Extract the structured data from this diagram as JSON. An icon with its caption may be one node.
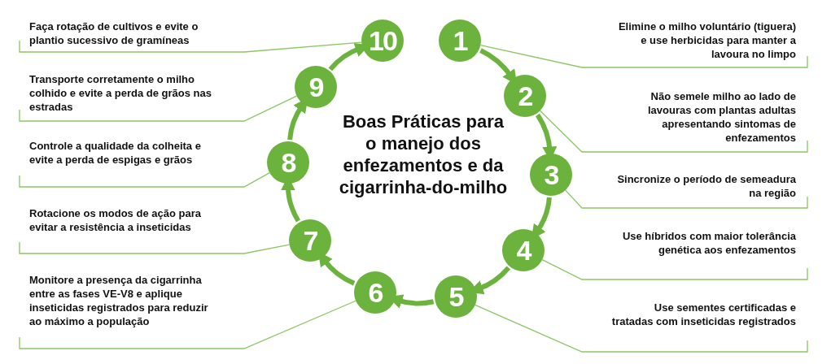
{
  "diagram": {
    "title": "Boas Práticas para o manejo dos enfezamentos e da cigarrinha-do-milho",
    "nodes": [
      {
        "text": [
          "1"
        ]
      },
      {
        "text": [
          "2"
        ]
      },
      {
        "text": [
          "3"
        ]
      },
      {
        "text": [
          "4"
        ]
      },
      {
        "text": [
          "5"
        ]
      },
      {
        "text": [
          "6"
        ]
      },
      {
        "text": [
          "7"
        ]
      },
      {
        "text": [
          "8"
        ]
      },
      {
        "text": [
          "9"
        ]
      },
      {
        "text": [
          "10"
        ]
      },
      {
        "text": [
          "Elimine o milho voluntário (tiguera) e use herbicidas para manter a lavoura no limpo"
        ]
      },
      {
        "text": [
          "Não semele milho ao lado de lavouras com plantas adultas apresentando sintomas de enfezamentos"
        ]
      },
      {
        "text": [
          "Sincronize o período de semeadura na região"
        ]
      },
      {
        "text": [
          "Use híbridos com maior tolerância genética aos enfezamentos"
        ]
      },
      {
        "text": [
          "Use sementes certificadas e tratadas com inseticidas registrados"
        ]
      },
      {
        "text": [
          "Monitore a presença da cigarrinha entre as fases VE-V8 e aplique inseticidas registrados para reduzir ao máximo a população"
        ]
      },
      {
        "text": [
          "Rotacione os modos de ação para evitar a resistência a inseticidas"
        ]
      },
      {
        "text": [
          "Controle a qualidade da colheita e evite a perda de espigas e grãos"
        ]
      },
      {
        "text": [
          "Transporte corretamente o milho colhido e evite a perda de grãos nas estradas"
        ]
      },
      {
        "text": [
          "Faça rotação de cultivos e evite o plantio sucessivo de gramíneas"
        ]
      }
    ],
    "edges": [
      {
        "from": 0,
        "to": 1,
        "arrow": "to",
        "style": "thick",
        "color": "#6cb33e"
      },
      {
        "from": 1,
        "to": 2,
        "arrow": "to",
        "style": "thick",
        "color": "#6cb33e"
      },
      {
        "from": 2,
        "to": 3,
        "arrow": "to",
        "style": "thick",
        "color": "#6cb33e"
      },
      {
        "from": 3,
        "to": 4,
        "arrow": "to",
        "style": "thick",
        "color": "#6cb33e"
      },
      {
        "from": 4,
        "to": 5,
        "arrow": "to",
        "style": "thick",
        "color": "#6cb33e"
      },
      {
        "from": 5,
        "to": 6,
        "arrow": "to",
        "style": "thick",
        "color": "#6cb33e"
      },
      {
        "from": 6,
        "to": 7,
        "arrow": "to",
        "style": "thick",
        "color": "#6cb33e"
      },
      {
        "from": 7,
        "to": 8,
        "arrow": "to",
        "style": "thick",
        "color": "#6cb33e"
      },
      {
        "from": 8,
        "to": 9,
        "arrow": "to",
        "style": "thick",
        "color": "#6cb33e"
      },
      {
        "from": 10,
        "to": 0,
        "arrow": "none"
      },
      {
        "from": 11,
        "to": 1,
        "arrow": "none"
      },
      {
        "from": 12,
        "to": 2,
        "arrow": "none"
      },
      {
        "from": 13,
        "to": 3,
        "arrow": "none"
      },
      {
        "from": 14,
        "to": 4,
        "arrow": "none"
      },
      {
        "from": 15,
        "to": 5,
        "arrow": "none"
      },
      {
        "from": 16,
        "to": 6,
        "arrow": "none"
      },
      {
        "from": 17,
        "to": 7,
        "arrow": "none"
      },
      {
        "from": 18,
        "to": 8,
        "arrow": "none"
      },
      {
        "from": 19,
        "to": 9,
        "arrow": "none"
      }
    ]
  }
}
